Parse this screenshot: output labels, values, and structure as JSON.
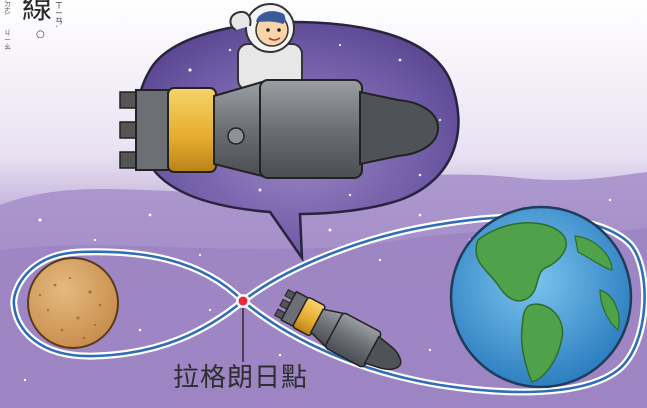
{
  "header": {
    "char": "線",
    "ruby_right": "ㄒㄧㄢˋ",
    "ruby_left_1": "ㄉㄜ˙",
    "ruby_left_2": "ㄐㄧㄠ",
    "circle": "○"
  },
  "illustration": {
    "label": "拉格朗日點",
    "colors": {
      "sky": "#a994c9",
      "orbit": "#2f6db5",
      "point": "#e8283b",
      "moon": "#d6a56a",
      "ocean": "#4aa0d8",
      "land": "#4fa24a",
      "bubble": "#6e5ba3"
    }
  }
}
